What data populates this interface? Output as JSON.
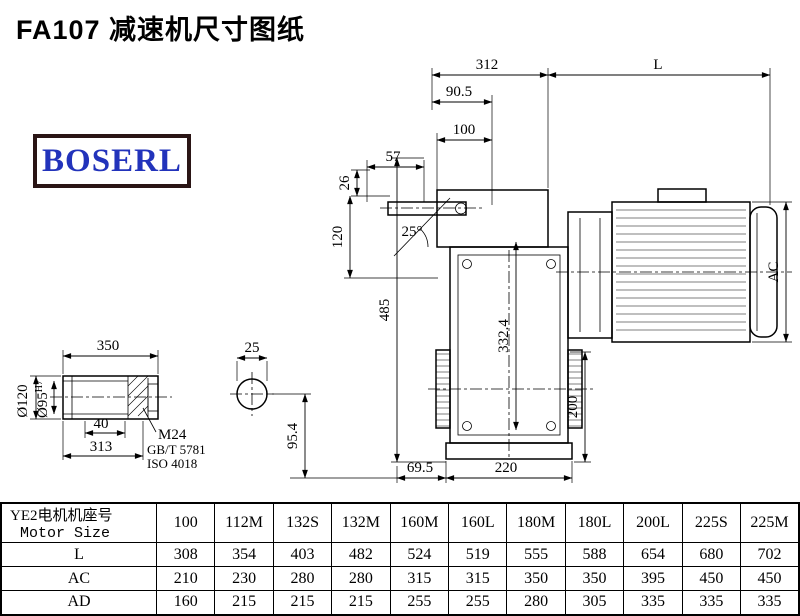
{
  "title": "FA107 减速机尺寸图纸",
  "logo": "BOSERL",
  "dims": {
    "d312": "312",
    "dL": "L",
    "d90_5": "90.5",
    "d100": "100",
    "d57": "57",
    "d26": "26",
    "d120": "120",
    "a25": "25°",
    "d485": "485",
    "dAC": "AC",
    "d332_4": "332.4",
    "d200": "200",
    "d69_5": "69.5",
    "d220": "220",
    "d95_4": "95.4",
    "d350": "350",
    "d25": "25",
    "dia120": "Ø120",
    "dia95": "Ø95",
    "dia95_tol": "H7",
    "d40": "40",
    "d313": "313",
    "m24": "M24",
    "gbt5781": "GB/T 5781",
    "iso4018": "ISO 4018"
  },
  "table": {
    "size_label_cn": "YE2电机机座号",
    "size_label_en": "Motor Size",
    "columns": [
      "100",
      "112M",
      "132S",
      "132M",
      "160M",
      "160L",
      "180M",
      "180L",
      "200L",
      "225S",
      "225M"
    ],
    "rows": [
      {
        "label": "L",
        "values": [
          "308",
          "354",
          "403",
          "482",
          "524",
          "519",
          "555",
          "588",
          "654",
          "680",
          "702"
        ]
      },
      {
        "label": "AC",
        "values": [
          "210",
          "230",
          "280",
          "280",
          "315",
          "315",
          "350",
          "350",
          "395",
          "450",
          "450"
        ]
      },
      {
        "label": "AD",
        "values": [
          "160",
          "215",
          "215",
          "215",
          "255",
          "255",
          "280",
          "305",
          "335",
          "335",
          "335"
        ]
      }
    ]
  }
}
